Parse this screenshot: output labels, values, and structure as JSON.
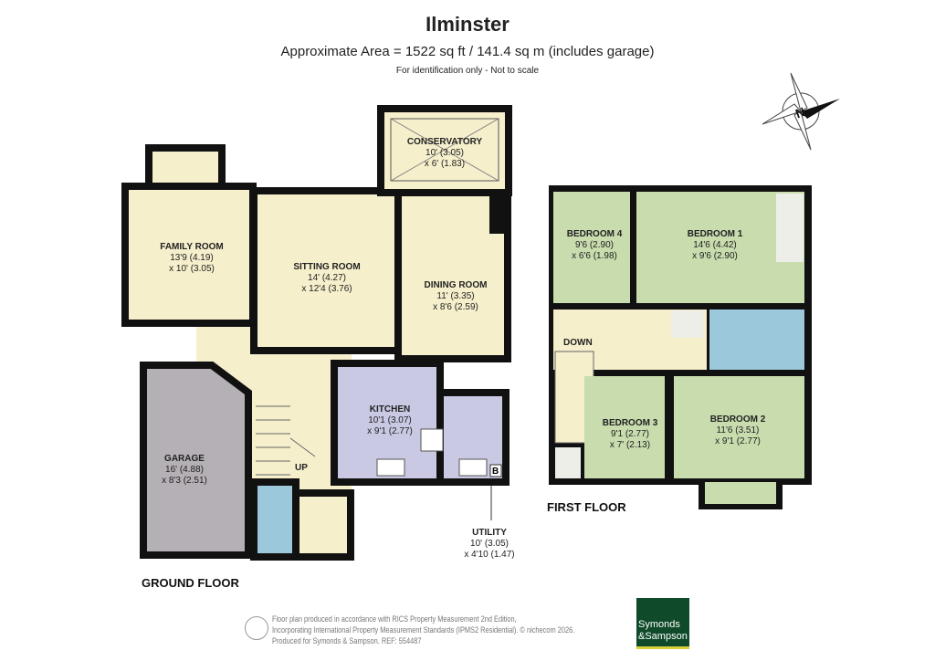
{
  "header": {
    "title": "Ilminster",
    "subtitle": "Approximate Area = 1522 sq ft / 141.4 sq m (includes garage)",
    "disclaimer": "For identification only - Not to scale"
  },
  "compass": {
    "label": "N"
  },
  "floors": {
    "ground": "GROUND FLOOR",
    "first": "FIRST FLOOR"
  },
  "stairs": {
    "up": "UP",
    "down": "DOWN"
  },
  "boiler_label": "B",
  "rooms": {
    "family_room": {
      "name": "FAMILY ROOM",
      "dim1": "13'9 (4.19)",
      "dim2": "x 10' (3.05)"
    },
    "sitting_room": {
      "name": "SITTING ROOM",
      "dim1": "14' (4.27)",
      "dim2": "x 12'4 (3.76)"
    },
    "conservatory": {
      "name": "CONSERVATORY",
      "dim1": "10' (3.05)",
      "dim2": "x 6' (1.83)"
    },
    "dining_room": {
      "name": "DINING ROOM",
      "dim1": "11' (3.35)",
      "dim2": "x 8'6 (2.59)"
    },
    "kitchen": {
      "name": "KITCHEN",
      "dim1": "10'1 (3.07)",
      "dim2": "x 9'1 (2.77)"
    },
    "garage": {
      "name": "GARAGE",
      "dim1": "16' (4.88)",
      "dim2": "x 8'3 (2.51)"
    },
    "utility": {
      "name": "UTILITY",
      "dim1": "10' (3.05)",
      "dim2": "x 4'10 (1.47)"
    },
    "bedroom_4": {
      "name": "BEDROOM 4",
      "dim1": "9'6 (2.90)",
      "dim2": "x 6'6 (1.98)"
    },
    "bedroom_1": {
      "name": "BEDROOM 1",
      "dim1": "14'6 (4.42)",
      "dim2": "x 9'6 (2.90)"
    },
    "bedroom_3": {
      "name": "BEDROOM 3",
      "dim1": "9'1 (2.77)",
      "dim2": "x 7' (2.13)"
    },
    "bedroom_2": {
      "name": "BEDROOM 2",
      "dim1": "11'6 (3.51)",
      "dim2": "x 9'1 (2.77)"
    }
  },
  "colors": {
    "living": "#f5efcc",
    "garage": "#b5b0b5",
    "kitchen": "#c9c9e4",
    "bathroom": "#9cc8dc",
    "bedroom": "#c8dcae",
    "wall": "#111111",
    "brand": "#0f4a2a"
  },
  "footer": {
    "line1": "Floor plan produced in accordance with RICS Property Measurement 2nd Edition,",
    "line2": "Incorporating International Property Measurement Standards (IPMS2 Residential).   © nichecom 2026.",
    "line3": "Produced for Symonds & Sampson.   REF:  554487"
  },
  "logo": {
    "line1": "Symonds",
    "line2": "&Sampson"
  }
}
